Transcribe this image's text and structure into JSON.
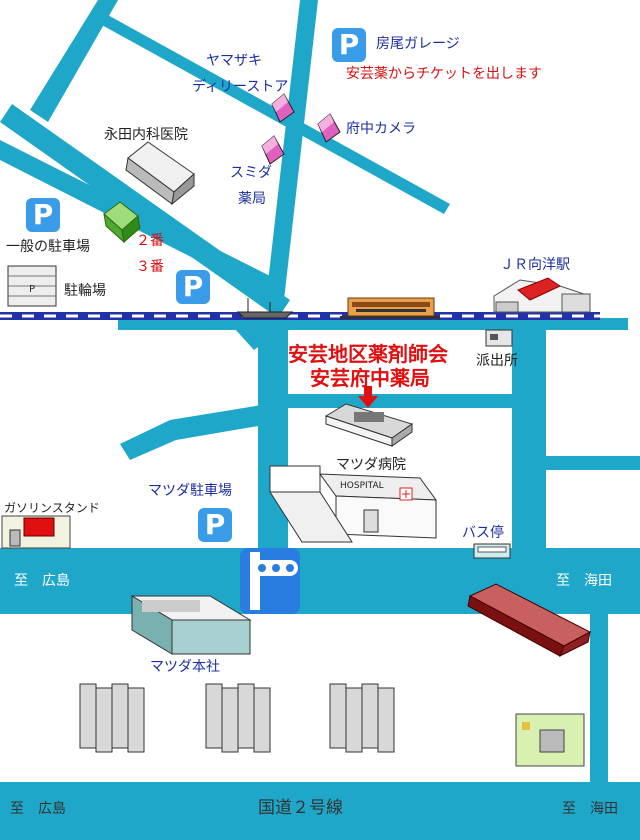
{
  "colors": {
    "road": "#1fa7c9",
    "parking": "#3a9be8",
    "rail_blue": "#2233aa",
    "accent_red": "#d81010"
  },
  "parking_symbol": "P",
  "labels": {
    "fusao_garage": "房尾ガレージ",
    "ticket_note": "安芸薬からチケットを出します",
    "yamazaki_1": "ヤマザキ",
    "yamazaki_2": "ディリーストア",
    "fuchu_camera": "府中カメラ",
    "nagata_clinic": "永田内科医院",
    "sumida_1": "スミダ",
    "sumida_2": "薬局",
    "general_parking": "一般の駐車場",
    "num_2": "２番",
    "num_3": "３番",
    "bicycle_parking": "駐輪場",
    "jr_station": "ＪＲ向洋駅",
    "koban": "派出所",
    "pharmacy_association": "安芸地区薬剤師会",
    "pharmacy_name": "安芸府中薬局",
    "mazda_hospital": "マツダ病院",
    "hospital_sign": "HOSPITAL",
    "gas_station": "ガソリンスタンド",
    "mazda_parking": "マツダ駐車場",
    "bus_stop": "バス停",
    "to_hiroshima_1": "至　広島",
    "to_kaita_1": "至　海田",
    "mazda_hq": "マツダ本社",
    "to_hiroshima_2": "至　広島",
    "route2": "国道２号線",
    "to_kaita_2": "至　海田"
  }
}
